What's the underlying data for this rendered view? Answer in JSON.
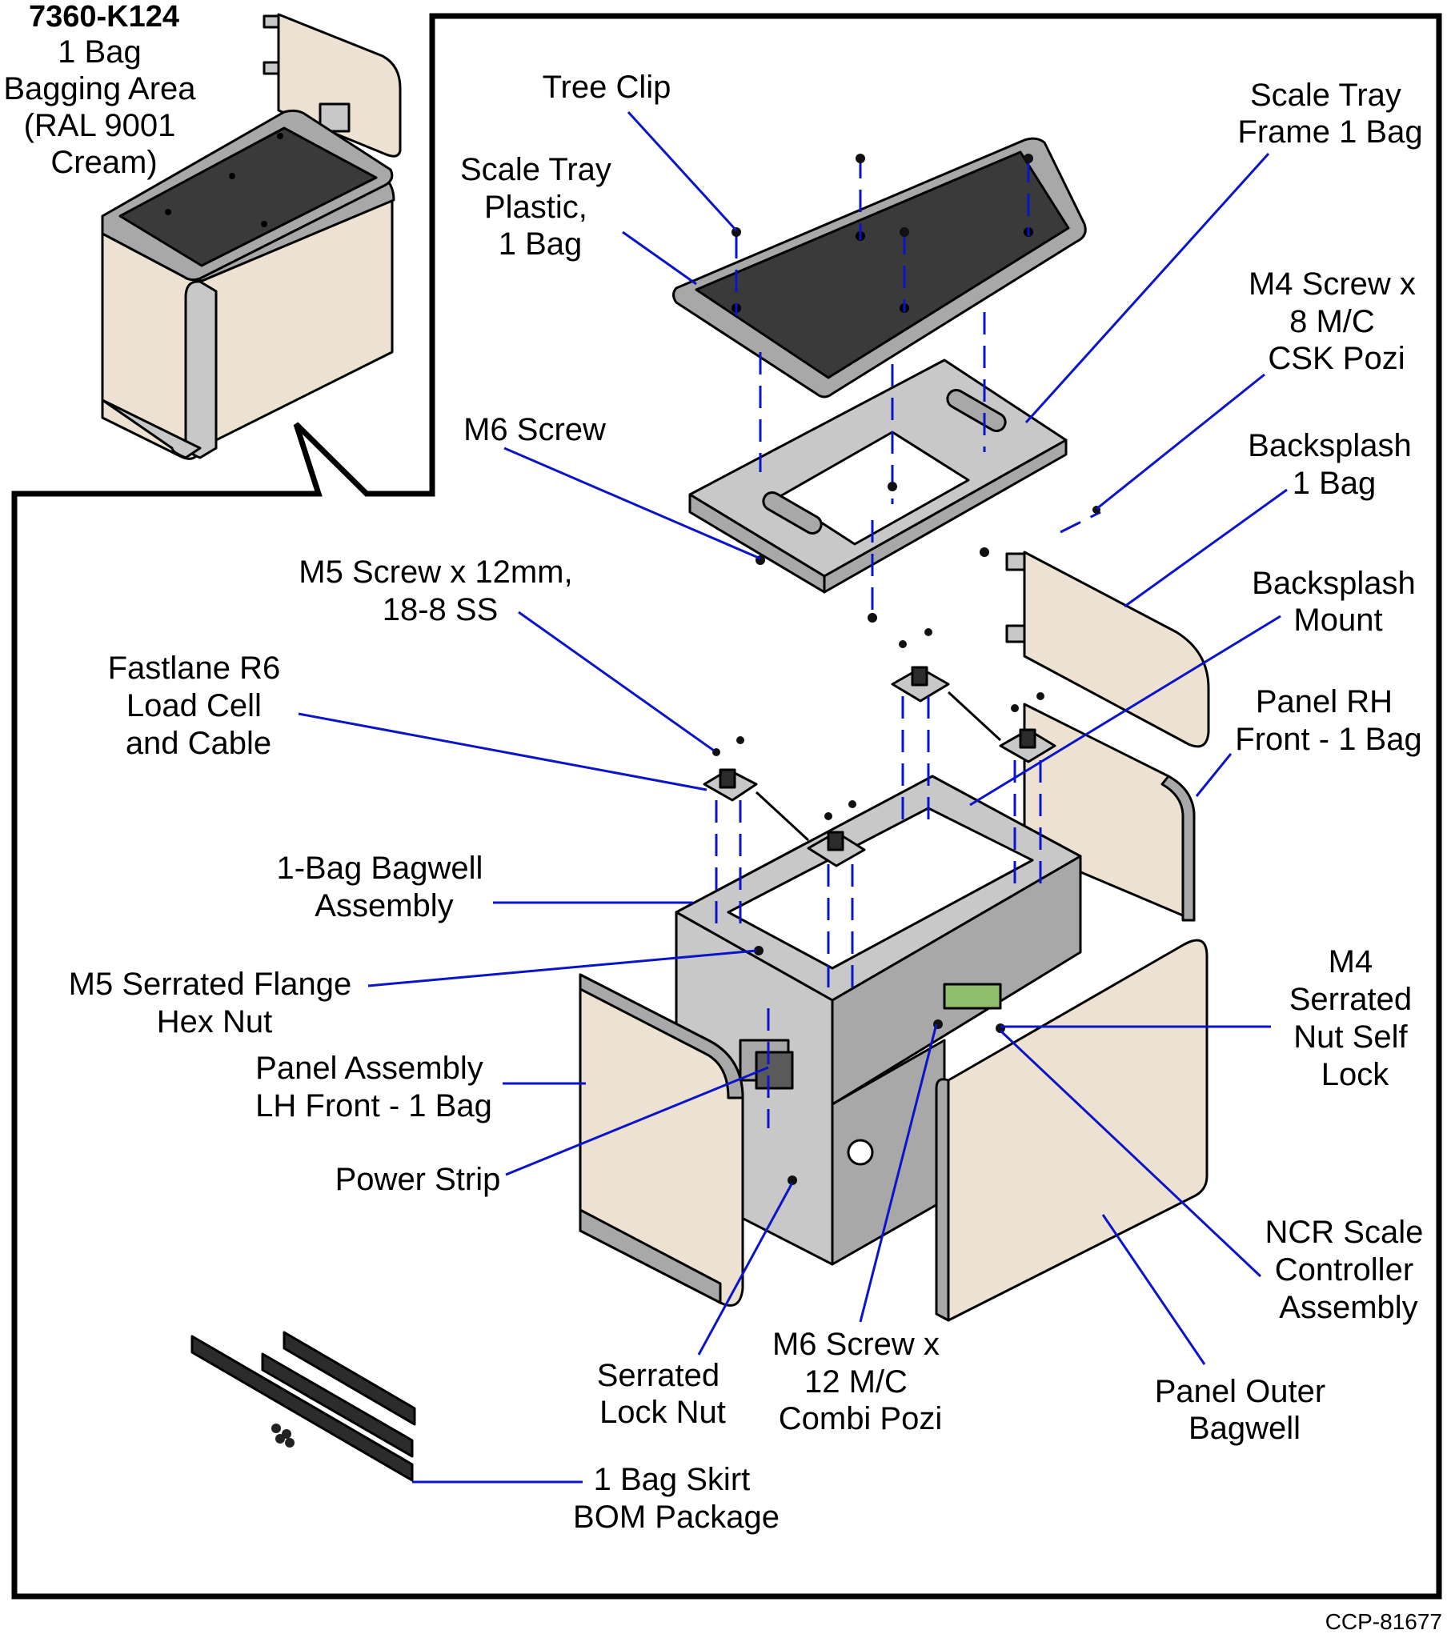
{
  "diagram": {
    "title": "7360-K124",
    "inset_lines": [
      "1 Bag",
      "Bagging Area",
      "(RAL 9001",
      "Cream)"
    ],
    "figure_id": "CCP-81677",
    "colors": {
      "leader": "#0a14c8",
      "cream_panel": "#ede2d2",
      "metal": "#c8c8c8",
      "tray": "#3a3a3a"
    },
    "labels": {
      "tree_clip": [
        "Tree Clip"
      ],
      "scale_tray_plastic": [
        "Scale Tray",
        "Plastic,",
        "1 Bag"
      ],
      "scale_tray_frame": [
        "Scale Tray",
        "Frame 1 Bag"
      ],
      "m4_screw": [
        "M4 Screw x",
        "8 M/C",
        "CSK Pozi"
      ],
      "m6_screw": [
        "M6 Screw"
      ],
      "backsplash": [
        "Backsplash",
        "1 Bag"
      ],
      "m5_screw": [
        "M5 Screw x 12mm,",
        "18-8 SS"
      ],
      "backsplash_mount": [
        "Backsplash",
        "Mount"
      ],
      "load_cell": [
        "Fastlane R6",
        "Load Cell",
        "and Cable"
      ],
      "panel_rh": [
        "Panel RH",
        "Front - 1 Bag"
      ],
      "bagwell_assembly": [
        "1-Bag Bagwell",
        "Assembly"
      ],
      "m4_nut": [
        "M4",
        "Serrated",
        "Nut Self",
        "Lock"
      ],
      "m5_nut": [
        "M5 Serrated Flange",
        "Hex Nut"
      ],
      "panel_lh": [
        "Panel Assembly",
        "LH Front - 1 Bag"
      ],
      "power_strip": [
        "Power Strip"
      ],
      "ncr_controller": [
        "NCR Scale",
        "Controller",
        "Assembly"
      ],
      "m6_screw_12": [
        "M6 Screw x",
        "12 M/C",
        "Combi Pozi"
      ],
      "serrated_lock_nut": [
        "Serrated",
        "Lock Nut"
      ],
      "panel_outer": [
        "Panel Outer",
        "Bagwell"
      ],
      "skirt_bom": [
        "1 Bag Skirt",
        "BOM Package"
      ]
    }
  }
}
